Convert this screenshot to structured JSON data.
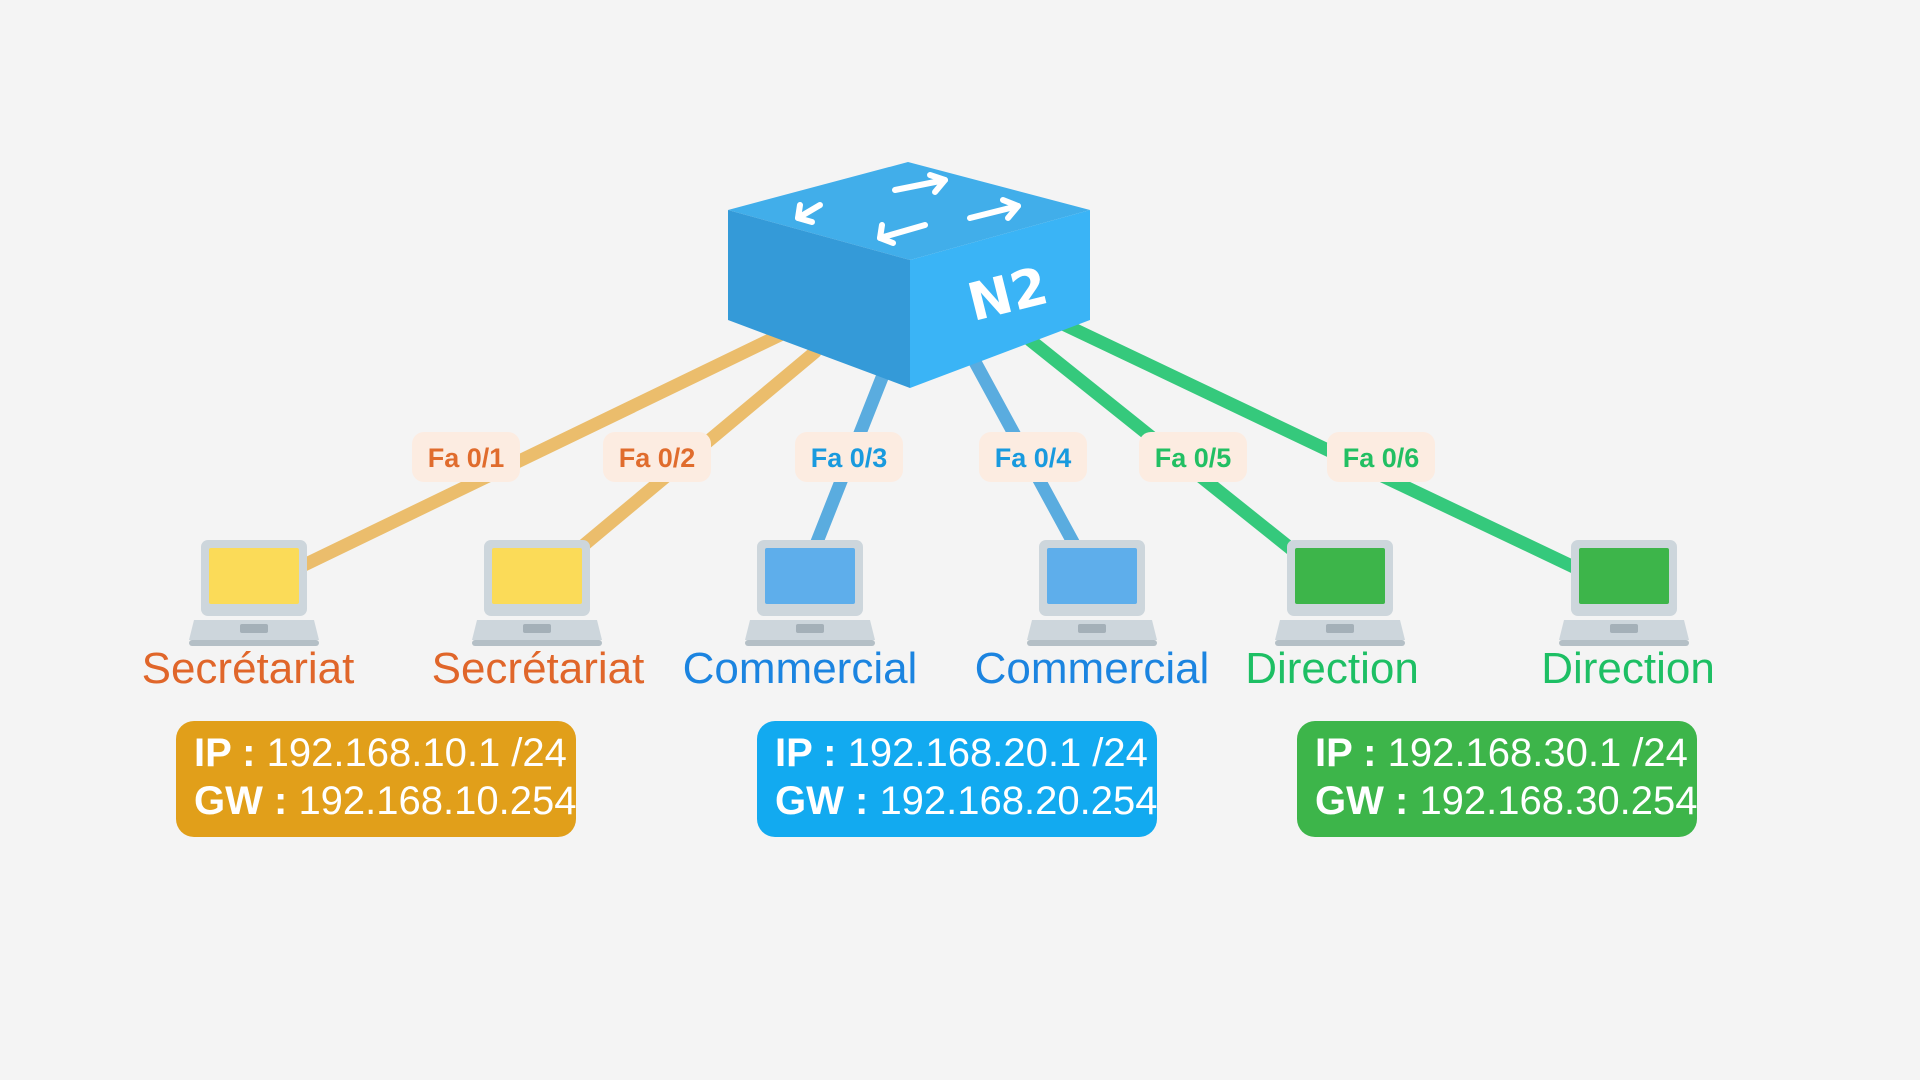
{
  "switch": {
    "label": "N2",
    "colors": {
      "top": "#41aeea",
      "left": "#349ad8",
      "right": "#3ab4f6",
      "arrows": "#ffffff"
    }
  },
  "links": [
    {
      "port": "Fa 0/1",
      "color": "#ebbd6c",
      "text_color": "#e06c2d"
    },
    {
      "port": "Fa 0/2",
      "color": "#ebbd6c",
      "text_color": "#e06c2d"
    },
    {
      "port": "Fa 0/3",
      "color": "#5aacdf",
      "text_color": "#199ade"
    },
    {
      "port": "Fa 0/4",
      "color": "#5aacdf",
      "text_color": "#199ade"
    },
    {
      "port": "Fa 0/5",
      "color": "#35c97c",
      "text_color": "#22bf63"
    },
    {
      "port": "Fa 0/6",
      "color": "#35c97c",
      "text_color": "#22bf63"
    }
  ],
  "port_badge_bg": "#fcece1",
  "pcs": [
    {
      "name": "Secrétariat",
      "screen": "#fbdb58",
      "label_color": "#e0662a"
    },
    {
      "name": "Secrétariat",
      "screen": "#fbdb58",
      "label_color": "#e0662a"
    },
    {
      "name": "Commercial",
      "screen": "#5eaeeb",
      "label_color": "#1b84e0"
    },
    {
      "name": "Commercial",
      "screen": "#5eaeeb",
      "label_color": "#1b84e0"
    },
    {
      "name": "Direction",
      "screen": "#3db54a",
      "label_color": "#1dbf64"
    },
    {
      "name": "Direction",
      "screen": "#3db54a",
      "label_color": "#1dbf64"
    }
  ],
  "laptop_body_color": "#cdd6dc",
  "ip_boxes": [
    {
      "ip_key": "IP :",
      "ip": "192.168.10.1 /24",
      "gw_key": "GW :",
      "gw": "192.168.10.254",
      "bg": "#e19f1a"
    },
    {
      "ip_key": "IP :",
      "ip": "192.168.20.1 /24",
      "gw_key": "GW :",
      "gw": "192.168.20.254",
      "bg": "#12aaf0"
    },
    {
      "ip_key": "IP :",
      "ip": "192.168.30.1 /24",
      "gw_key": "GW :",
      "gw": "192.168.30.254",
      "bg": "#3db54a"
    }
  ]
}
